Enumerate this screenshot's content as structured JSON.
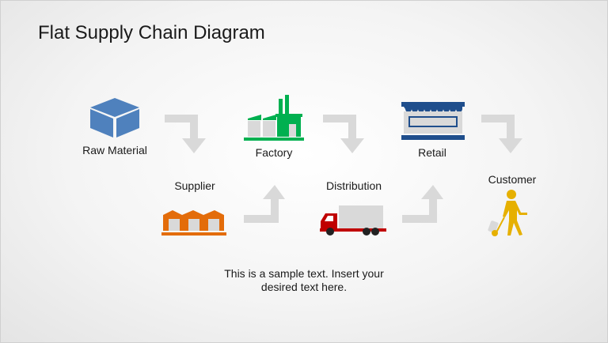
{
  "title": "Flat Supply Chain Diagram",
  "steps": [
    {
      "label": "Raw Material",
      "icon": "box-icon",
      "color": "#4f81bd"
    },
    {
      "label": "Supplier",
      "icon": "warehouse-icon",
      "color": "#e36c0a"
    },
    {
      "label": "Factory",
      "icon": "factory-icon",
      "color": "#00b050"
    },
    {
      "label": "Distribution",
      "icon": "truck-icon",
      "color": "#c00000"
    },
    {
      "label": "Retail",
      "icon": "store-icon",
      "color": "#1f4e8c"
    },
    {
      "label": "Customer",
      "icon": "person-with-luggage-icon",
      "color": "#e6b000"
    }
  ],
  "note": {
    "line1": "This is a sample text. Insert your",
    "line2": "desired text here."
  }
}
